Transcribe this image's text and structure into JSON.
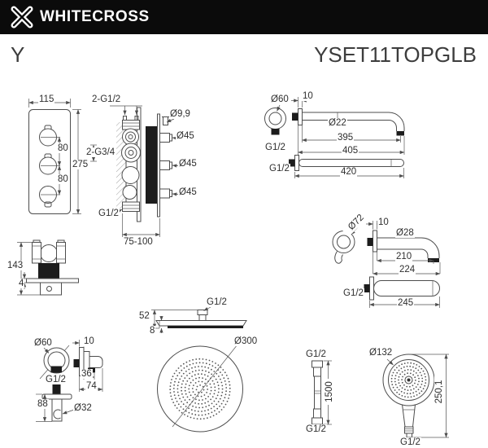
{
  "header": {
    "brand": "WHITECROSS",
    "series": "Y",
    "model": "YSET11TOPGLB"
  },
  "colors": {
    "header_bg": "#0b0b0b",
    "line": "#4d4d4d",
    "text": "#2e2e2e",
    "fill_dark": "#1c1c1c"
  },
  "diagrams": {
    "valve_front": {
      "width": "115",
      "height": "275",
      "knob_gap_1": "80",
      "knob_gap_2": "80"
    },
    "valve_side": {
      "top_connections": "2-G1/2",
      "side_connections": "2-G3/4",
      "bottom_connection": "G1/2",
      "stem_diameter": "Ø9,9",
      "handle_diameter_1": "Ø45",
      "handle_diameter_2": "Ø45",
      "handle_diameter_3": "Ø45",
      "mounting_depth": "75-100"
    },
    "shower_arm": {
      "flange_diameter": "Ø60",
      "plate_offset": "10",
      "tube_diameter": "Ø22",
      "length_to_bend": "395",
      "length_overall": "405",
      "thread": "G1/2",
      "side_view_thread": "G1/2",
      "side_view_length": "420"
    },
    "bath_spout": {
      "flange_diameter": "Ø72",
      "plate_offset": "10",
      "tube_diameter": "Ø28",
      "length_to_bend": "210",
      "length_overall": "224",
      "thread": "G1/2",
      "side_view_length": "245"
    },
    "bracket": {
      "height": "143",
      "plate_thickness": "4"
    },
    "wall_outlet": {
      "flange_diameter": "Ø60",
      "plate_offset": "10",
      "thread": "G1/2",
      "holder_depth": "36",
      "holder_width": "74",
      "elbow_height": "88",
      "hook_diameter": "Ø32"
    },
    "head_shower": {
      "thread": "G1/2",
      "height": "52",
      "edge_thickness": "8",
      "diameter": "Ø300"
    },
    "hose": {
      "thread_top": "G1/2",
      "length": "1500",
      "thread_bottom": "G1/2"
    },
    "hand_shower": {
      "diameter": "Ø132",
      "height": "250,1",
      "thread": "G1/2"
    }
  }
}
